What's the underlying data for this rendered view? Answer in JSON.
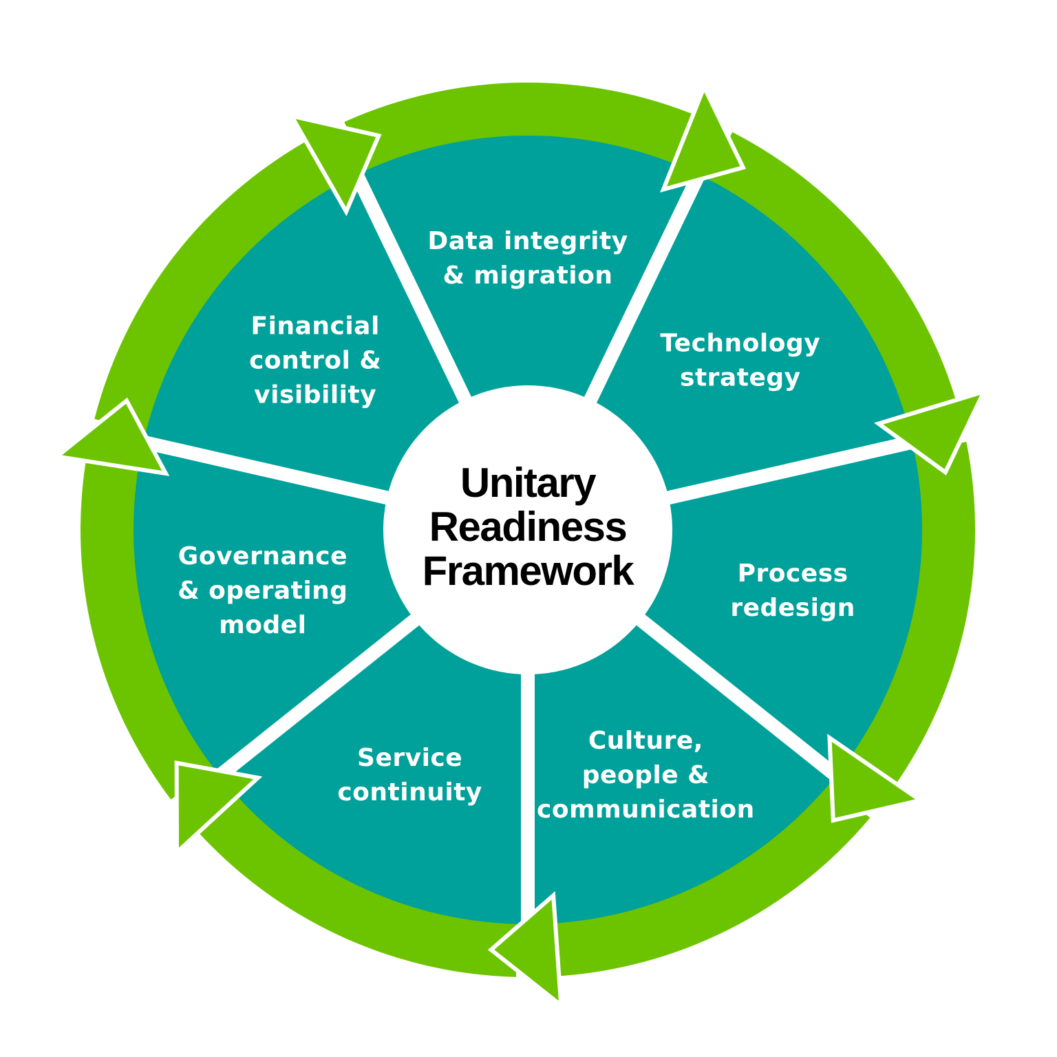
{
  "diagram": {
    "type": "cycle-wheel",
    "center_title": [
      "Unitary",
      "Readiness",
      "Framework"
    ],
    "colors": {
      "segment_fill": "#00a19a",
      "ring_arrow": "#6cc400",
      "divider": "#ffffff",
      "center_fill": "#ffffff",
      "label_text": "#ffffff",
      "title_text": "#000000"
    },
    "direction": "clockwise",
    "segments": [
      {
        "id": "data-integrity",
        "label": [
          "Data integrity",
          "& migration"
        ]
      },
      {
        "id": "technology-strategy",
        "label": [
          "Technology",
          "strategy"
        ]
      },
      {
        "id": "process-redesign",
        "label": [
          "Process",
          "redesign"
        ]
      },
      {
        "id": "culture-people",
        "label": [
          "Culture,",
          "people &",
          "communication"
        ]
      },
      {
        "id": "service-continuity",
        "label": [
          "Service",
          "continuity"
        ]
      },
      {
        "id": "governance",
        "label": [
          "Governance",
          "& operating",
          "model"
        ]
      },
      {
        "id": "financial-control",
        "label": [
          "Financial",
          "control &",
          "visibility"
        ]
      }
    ]
  }
}
